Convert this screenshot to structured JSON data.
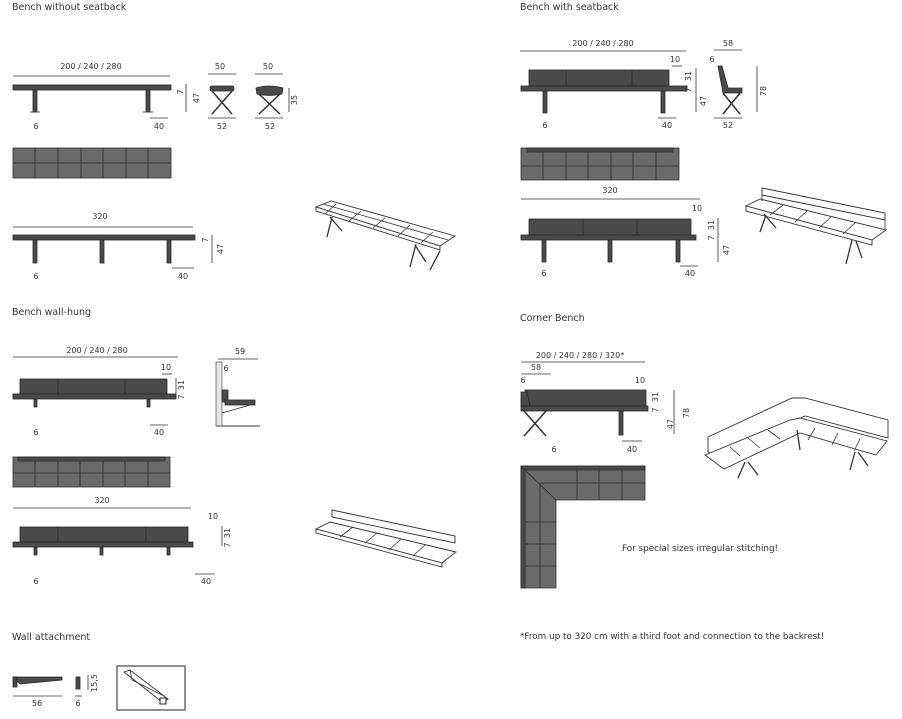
{
  "sections": {
    "bench_without_seatback": "Bench without seatback",
    "bench_with_seatback": "Bench with seatback",
    "bench_wall_hung": "Bench wall-hung",
    "corner_bench": "Corner Bench",
    "wall_attachment": "Wall attachment"
  },
  "notes": {
    "special_sizes": "For special sizes irregular stitching!",
    "footnote": "*From up to 320 cm with a third foot and connection to the backrest!"
  },
  "dims": {
    "len_200_240_280": "200 / 240 / 280",
    "len_200_240_280_320": "200 / 240 / 280 / 320*",
    "len_320": "320",
    "d6": "6",
    "d40": "40",
    "d7": "7",
    "d47": "47",
    "d50": "50",
    "d52": "52",
    "d35": "35",
    "d58": "58",
    "d10": "10",
    "d31": "31",
    "d78": "78",
    "d59": "59",
    "d56": "56",
    "d15_5": "15,5"
  }
}
